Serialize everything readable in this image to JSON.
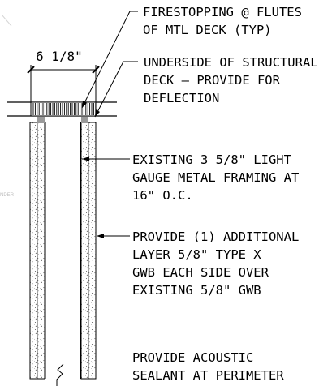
{
  "dimension": {
    "width_label": "6 1/8\""
  },
  "notes": {
    "firestopping": {
      "line1": "FIRESTOPPING @ FLUTES",
      "line2": "OF MTL DECK (TYP)"
    },
    "deck": {
      "line1": "UNDERSIDE OF STRUCTURAL",
      "line2": "DECK – PROVIDE FOR",
      "line3": "DEFLECTION"
    },
    "framing": {
      "line1": "EXISTING 3 5/8\" LIGHT",
      "line2": "GAUGE METAL FRAMING AT",
      "line3": "16\" O.C."
    },
    "gwb": {
      "line1": "PROVIDE (1) ADDITIONAL",
      "line2": "LAYER 5/8\" TYPE X",
      "line3": "GWB EACH SIDE OVER",
      "line4": "EXISTING 5/8\" GWB"
    },
    "acoustic": {
      "line1": "PROVIDE ACOUSTIC",
      "line2": "SEALANT AT PERIMETER"
    }
  },
  "faint_label": "NDER"
}
